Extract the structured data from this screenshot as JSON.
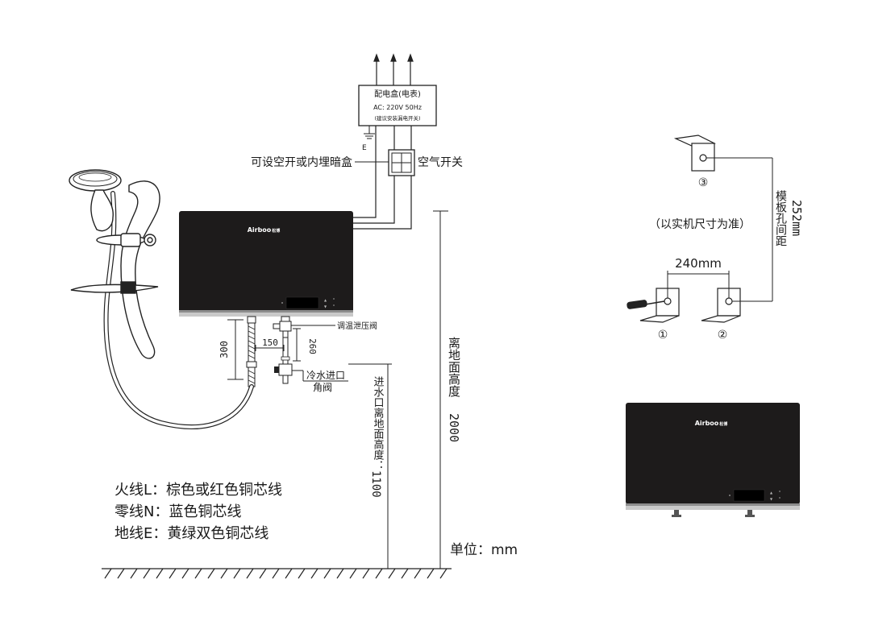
{
  "brand": "Airboo",
  "brand_cn": "松博",
  "power_box": {
    "title": "配电盒(电表)",
    "spec": "AC: 220V   50Hz",
    "note": "(建议安装漏电开关)",
    "ground": "E"
  },
  "switch_left_label": "可设空开或内埋暗盒",
  "switch_right_label": "空气开关",
  "valve_label": "调温泄压阀",
  "cold_inlet_label": "冷水进口",
  "angle_valve_label": "角阀",
  "dims": {
    "hose_height": "300",
    "horizontal": "150",
    "valve_drop": "260",
    "inlet_height_label": "进水口离地面高度：",
    "inlet_height_value": "1100",
    "floor_height_label": "离地面高度",
    "floor_height_value": "2000",
    "bracket_spacing": "240mm",
    "template_label": "模板孔间距",
    "template_value": "252mm",
    "actual_size_note": "（以实机尺寸为准）"
  },
  "bracket_labels": [
    "①",
    "②",
    "③"
  ],
  "wiring_notes": [
    "火线L：棕色或红色铜芯线",
    "零线N：蓝色铜芯线",
    "地线E：黄绿双色铜芯线"
  ],
  "unit_label": "单位：mm"
}
